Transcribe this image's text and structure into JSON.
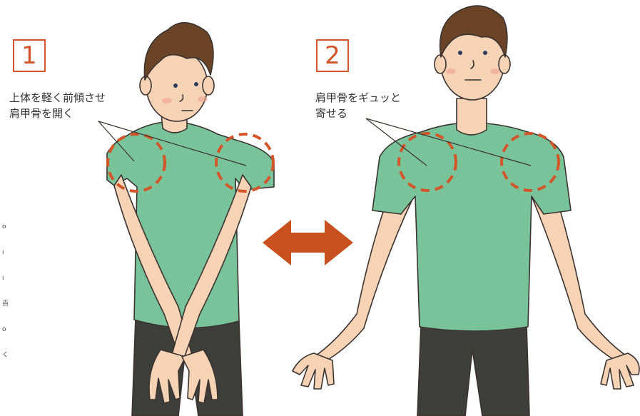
{
  "steps": [
    {
      "number": "1",
      "caption_line1": "上体を軽く前傾させ",
      "caption_line2": "肩甲骨を開く"
    },
    {
      "number": "2",
      "caption_line1": "肩甲骨をギュッと",
      "caption_line2": "寄せる"
    }
  ],
  "edge_glyphs": [
    "o",
    "ı",
    "ı",
    "百",
    "o",
    "く"
  ],
  "colors": {
    "accent": "#d2562a",
    "shirt": "#79c39a",
    "skin": "#f7d3b6",
    "hair": "#6b4428",
    "pants": "#3e3f3a",
    "line": "#3a3330"
  },
  "icons": {
    "arrow": "double-headed-arrow"
  }
}
